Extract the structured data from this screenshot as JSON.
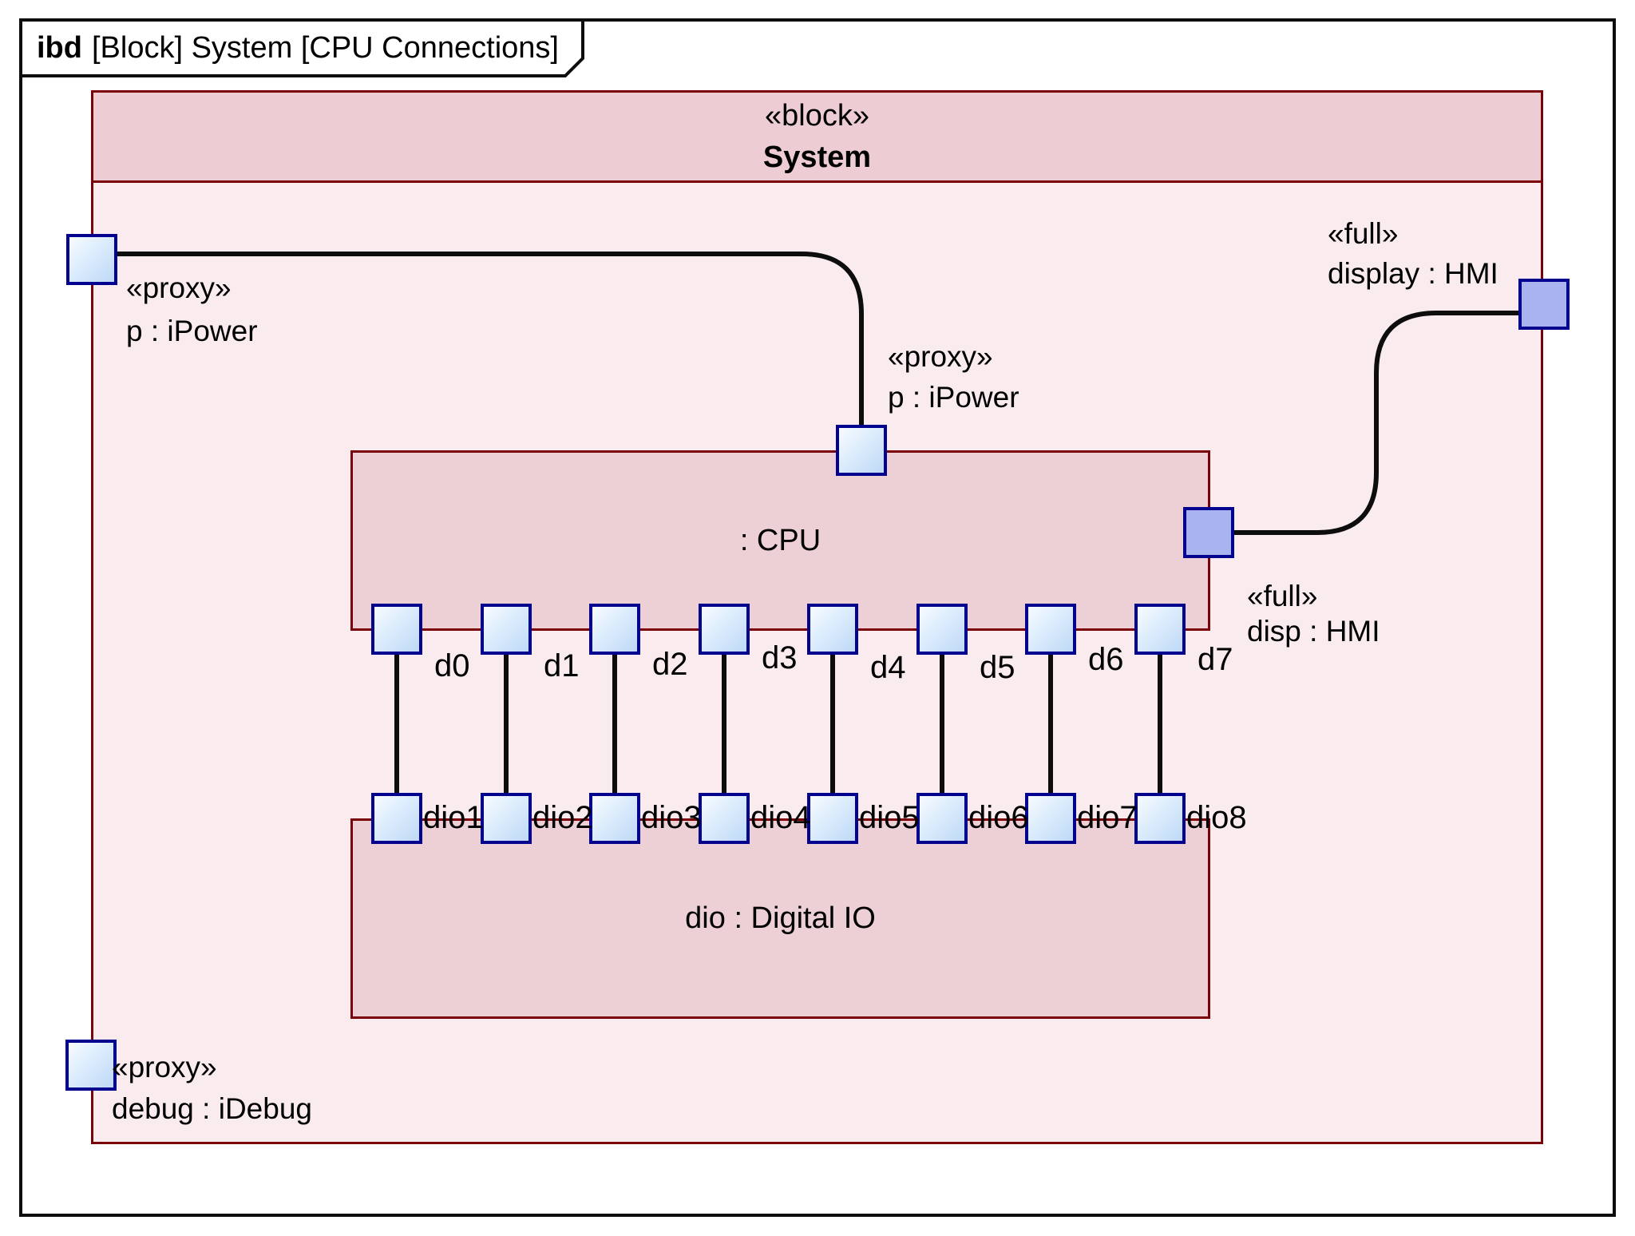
{
  "diagram": {
    "kind": "ibd",
    "title_rest": "[Block] System [CPU Connections]"
  },
  "system_block": {
    "stereotype": "«block»",
    "name": "System"
  },
  "cpu_block": {
    "label": ": CPU"
  },
  "dio_block": {
    "label": "dio : Digital IO"
  },
  "ports": {
    "system_power": {
      "stereotype": "«proxy»",
      "label": "p : iPower"
    },
    "system_display": {
      "stereotype": "«full»",
      "label": "display : HMI"
    },
    "system_debug": {
      "stereotype": "«proxy»",
      "label": "debug : iDebug"
    },
    "cpu_power": {
      "stereotype": "«proxy»",
      "label": "p : iPower"
    },
    "cpu_disp": {
      "stereotype": "«full»",
      "label": "disp : HMI"
    },
    "cpu_d": [
      {
        "label": "d0"
      },
      {
        "label": "d1"
      },
      {
        "label": "d2"
      },
      {
        "label": "d3"
      },
      {
        "label": "d4"
      },
      {
        "label": "d5"
      },
      {
        "label": "d6"
      },
      {
        "label": "d7"
      }
    ],
    "dio": [
      {
        "label": "dio1"
      },
      {
        "label": "dio2"
      },
      {
        "label": "dio3"
      },
      {
        "label": "dio4"
      },
      {
        "label": "dio5"
      },
      {
        "label": "dio6"
      },
      {
        "label": "dio7"
      },
      {
        "label": "dio8"
      }
    ]
  },
  "colors": {
    "block_border": "#7a0009",
    "header_fill": "#edccd3",
    "body_fill": "#f9ebee",
    "part_fill": "#edd0d6",
    "port_border": "#02028e",
    "proxy_port_fill": "#cfe3fa",
    "full_port_fill": "#a9b3f0",
    "connector": "#0d0d0d"
  }
}
